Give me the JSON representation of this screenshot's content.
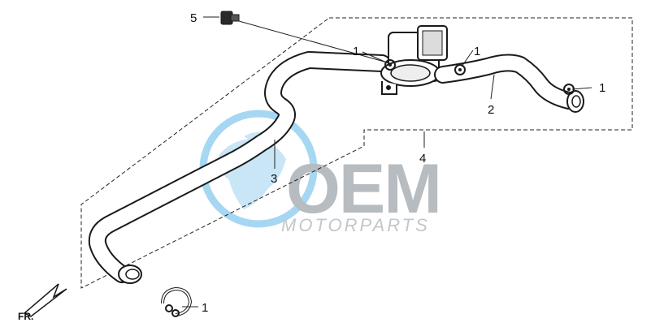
{
  "diagram": {
    "callouts": [
      {
        "id": "c5",
        "label": "5"
      },
      {
        "id": "c1a",
        "label": "1"
      },
      {
        "id": "c1b",
        "label": "1"
      },
      {
        "id": "c1c",
        "label": "1"
      },
      {
        "id": "c2",
        "label": "2"
      },
      {
        "id": "c3",
        "label": "3"
      },
      {
        "id": "c4",
        "label": "4"
      },
      {
        "id": "c1d",
        "label": "1"
      }
    ],
    "direction_label": "FR.",
    "watermark": {
      "logo_text": "OEM",
      "tagline": "MOTORPARTS",
      "globe_color": "#5fb8e8",
      "logo_color": "#b7bcc1"
    }
  }
}
